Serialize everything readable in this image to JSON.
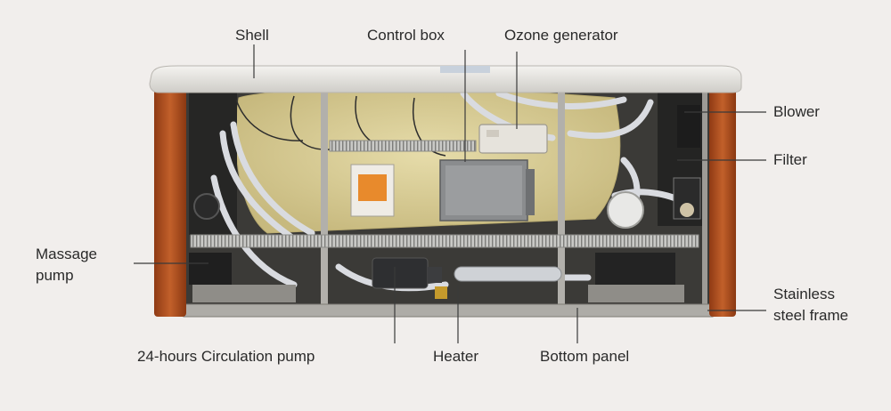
{
  "labels": {
    "shell": "Shell",
    "control_box": "Control box",
    "ozone_generator": "Ozone generator",
    "blower": "Blower",
    "filter": "Filter",
    "massage_pump": "Massage\npump",
    "stainless_steel_frame": "Stainless\nsteel frame",
    "circulation_pump": "24-hours Circulation pump",
    "heater": "Heater",
    "bottom_panel": "Bottom panel"
  },
  "colors": {
    "background": "#f1eeec",
    "shell": "#e4e2de",
    "wood_panel": "#b6511f",
    "insulation_foam": "#d8cc98",
    "steel_frame": "#a8a6a2",
    "equipment_dark": "#2b2b2b",
    "pipe": "#d9dbe0",
    "leader_line": "#3a3a3a"
  }
}
